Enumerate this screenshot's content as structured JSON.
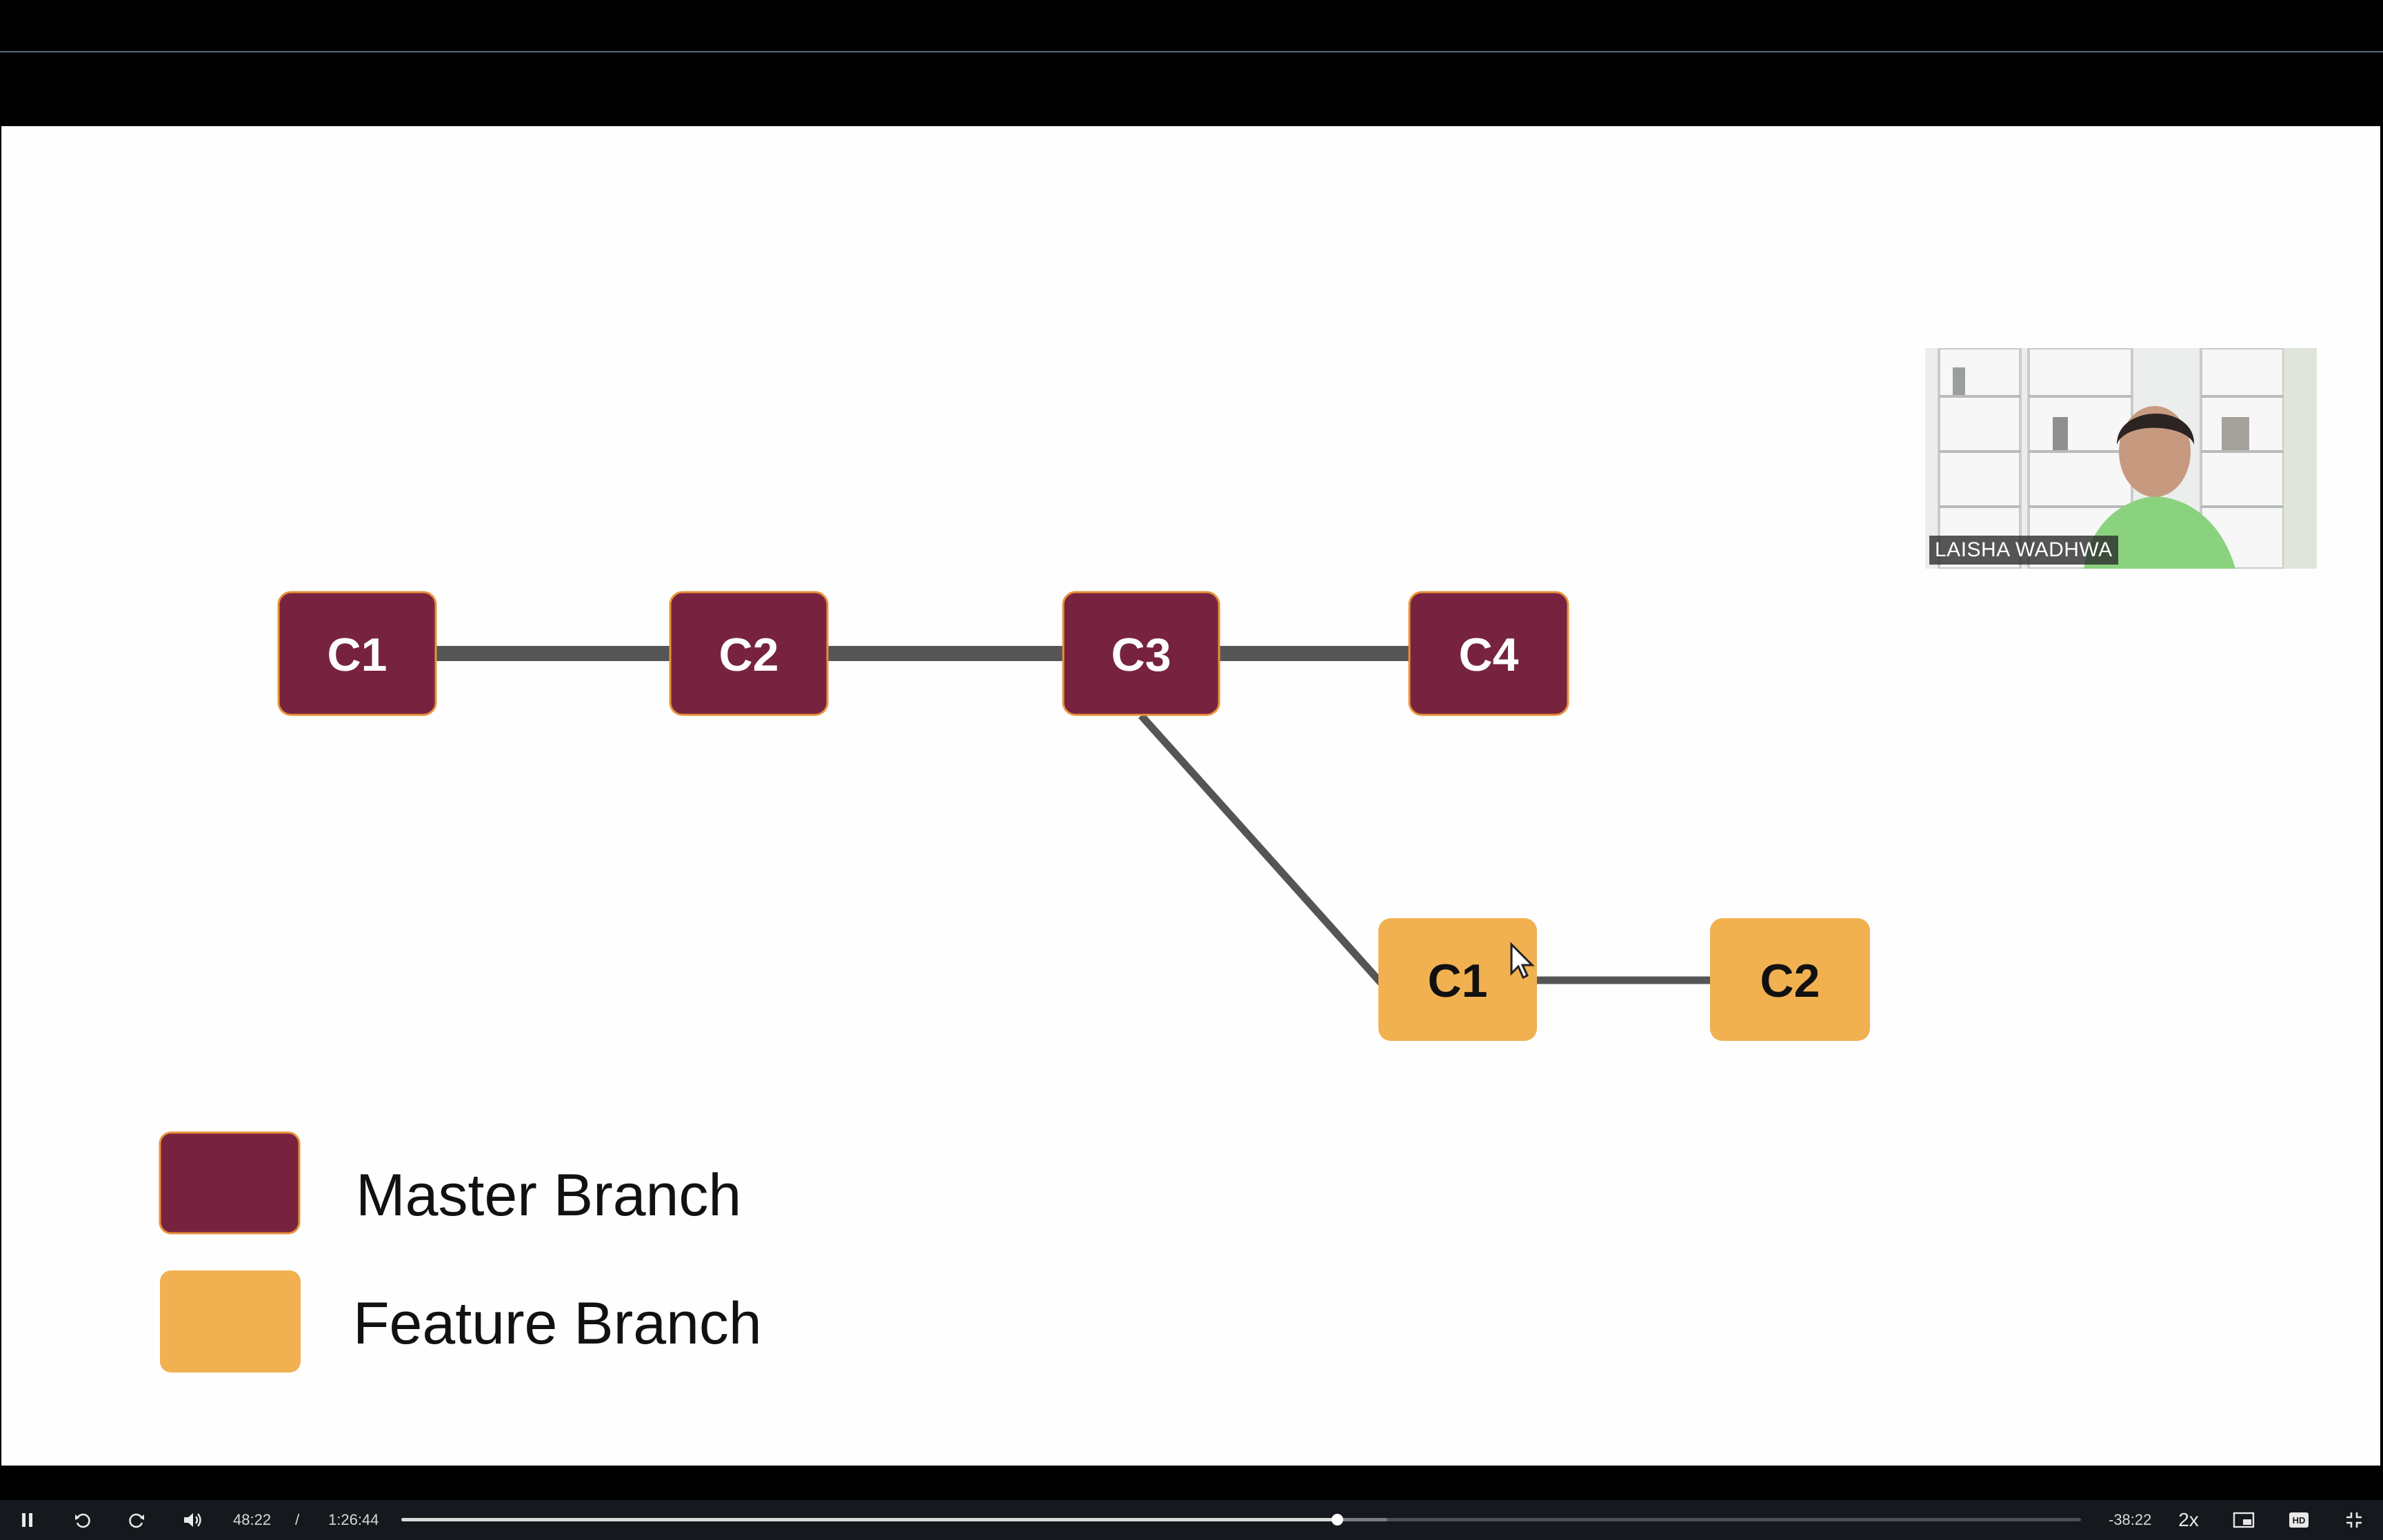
{
  "colors": {
    "master_fill": "#772340",
    "master_border": "#e8913a",
    "feature_fill": "#f1b151",
    "connector": "#555555",
    "background": "#fefefe",
    "control_bar": "#15181c"
  },
  "diagram": {
    "master_commits": [
      {
        "label": "C1"
      },
      {
        "label": "C2"
      },
      {
        "label": "C3"
      },
      {
        "label": "C4"
      }
    ],
    "feature_commits": [
      {
        "label": "C1"
      },
      {
        "label": "C2"
      }
    ],
    "branch_point": "C3",
    "legend": [
      {
        "label": "Master Branch"
      },
      {
        "label": "Feature Branch"
      }
    ]
  },
  "presenter": {
    "name": "LAISHA WADHWA"
  },
  "player": {
    "current_time": "48:22",
    "separator": "/",
    "total_time": "1:26:44",
    "remaining_time": "-38:22",
    "speed": "2x",
    "progress_fraction": 0.557,
    "buffered_fraction": 0.587,
    "icons": {
      "play_pause": "pause-icon",
      "rewind": "rewind-icon",
      "forward": "forward-icon",
      "volume": "volume-icon",
      "pip": "picture-in-picture-icon",
      "quality": "hd-icon",
      "fullscreen": "exit-fullscreen-icon"
    }
  }
}
